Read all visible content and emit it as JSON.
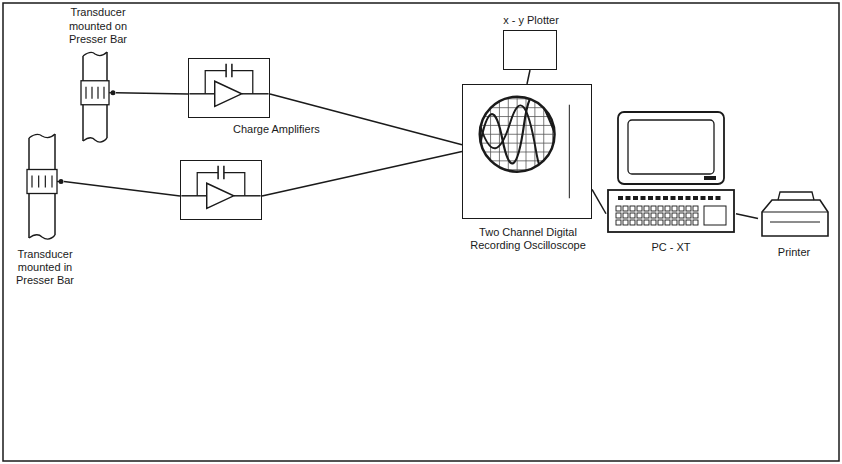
{
  "diagram": {
    "nodes": [
      {
        "text": [
          "Transducer mounted on Presser Bar"
        ]
      },
      {
        "text": [
          "x - y Plotter"
        ]
      },
      {
        "text": [
          "Charge Amplifiers"
        ]
      },
      {
        "text": [
          "Transducer mounted in Presser Bar"
        ]
      },
      {
        "text": []
      },
      {
        "text": [
          "Two Channel Digital Recording Oscilloscope"
        ]
      },
      {
        "text": [
          "PC - XT"
        ]
      },
      {
        "text": [
          "Printer"
        ]
      }
    ],
    "edges": [
      {
        "from": 0,
        "to": 2,
        "arrow": "none"
      },
      {
        "from": 2,
        "to": 5,
        "arrow": "none"
      },
      {
        "from": 3,
        "to": 4,
        "arrow": "none"
      },
      {
        "from": 4,
        "to": 5,
        "arrow": "none"
      },
      {
        "from": 5,
        "to": 1,
        "arrow": "none"
      },
      {
        "from": 5,
        "to": 6,
        "arrow": "none"
      },
      {
        "from": 6,
        "to": 7,
        "arrow": "none"
      }
    ]
  }
}
